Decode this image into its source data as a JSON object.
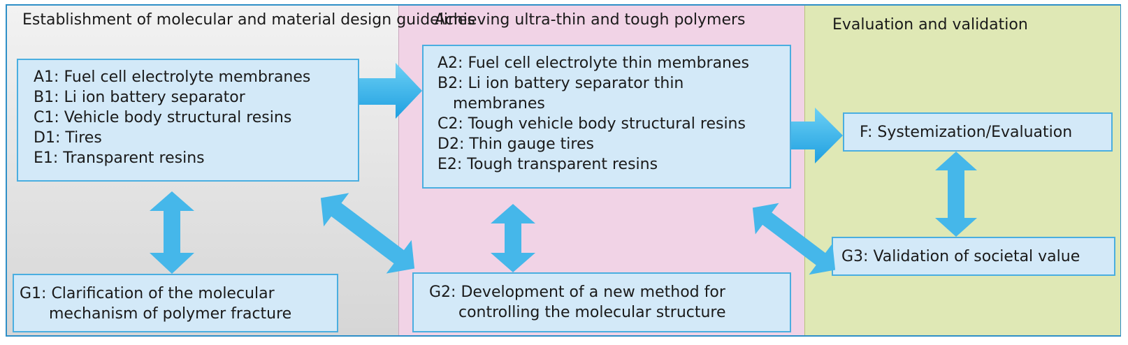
{
  "panels": {
    "left": {
      "title_line1": "Establishment of molecular and material",
      "title_line2": "design guidelines",
      "items": [
        "A1: Fuel cell electrolyte membranes",
        "B1: Li ion battery separator",
        "C1: Vehicle body structural resins",
        "D1: Tires",
        "E1: Transparent resins"
      ],
      "g1_line1": "G1: Clarification of the molecular",
      "g1_line2": "mechanism of polymer fracture"
    },
    "middle": {
      "title": "Achieving ultra-thin and tough polymers",
      "items": [
        "A2: Fuel cell electrolyte thin membranes",
        "B2: Li ion battery separator thin",
        "membranes",
        "C2: Tough vehicle body structural resins",
        "D2: Thin gauge tires",
        "E2: Tough transparent resins"
      ],
      "g2_line1": "G2: Development of a new method for",
      "g2_line2": "controlling the molecular structure"
    },
    "right": {
      "title": "Evaluation and validation",
      "f_label": "F: Systemization/Evaluation",
      "g3_label": "G3: Validation of societal value"
    }
  },
  "colors": {
    "box_fill": "#d3e9f8",
    "box_border": "#4aaee0",
    "arrow": "#45b7ea",
    "panel_left": "#e0e0e0",
    "panel_middle": "#f1d3e6",
    "panel_right": "#dfe8b5"
  }
}
